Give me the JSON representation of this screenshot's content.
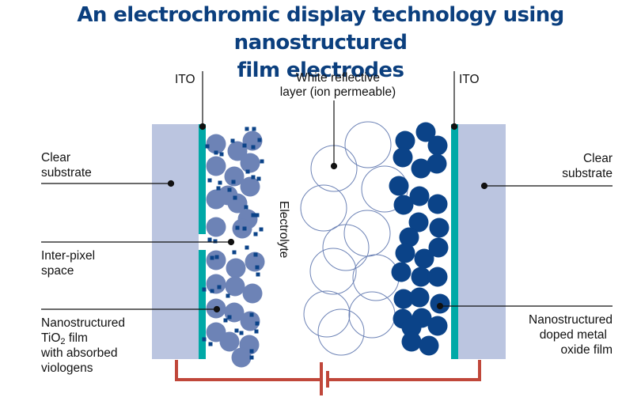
{
  "title": {
    "line1": "An electrochromic display technology using nanostructured",
    "line2": "film electrodes"
  },
  "labels": {
    "ito_left": "ITO",
    "ito_right": "ITO",
    "white_layer_line1": "White reflective",
    "white_layer_line2": "layer (ion permeable)",
    "clear_substrate_left_line1": "Clear",
    "clear_substrate_left_line2": "substrate",
    "clear_substrate_right_line1": "Clear",
    "clear_substrate_right_line2": "substrate",
    "inter_pixel_line1": "Inter-pixel",
    "inter_pixel_line2": "space",
    "tio2_line1": "Nanostructured",
    "tio2_line2_a": "TiO",
    "tio2_line2_sub": "2",
    "tio2_line2_b": " film",
    "tio2_line3": "with absorbed",
    "tio2_line4": "viologens",
    "electrolyte": "Electrolyte",
    "metal_oxide_line1": "Nanostructured",
    "metal_oxide_line2": "doped metal",
    "metal_oxide_line3": "oxide film"
  },
  "colors": {
    "title": "#0b3f7e",
    "substrate": "#bbc5e0",
    "ito": "#00a9a7",
    "tio2_particle": "#6d83b6",
    "viologen": "#0b4388",
    "metal_oxide_particle": "#0b4388",
    "white_layer_outline": "#6d83b6",
    "circuit": "#c0473a",
    "leader": "#111111"
  }
}
